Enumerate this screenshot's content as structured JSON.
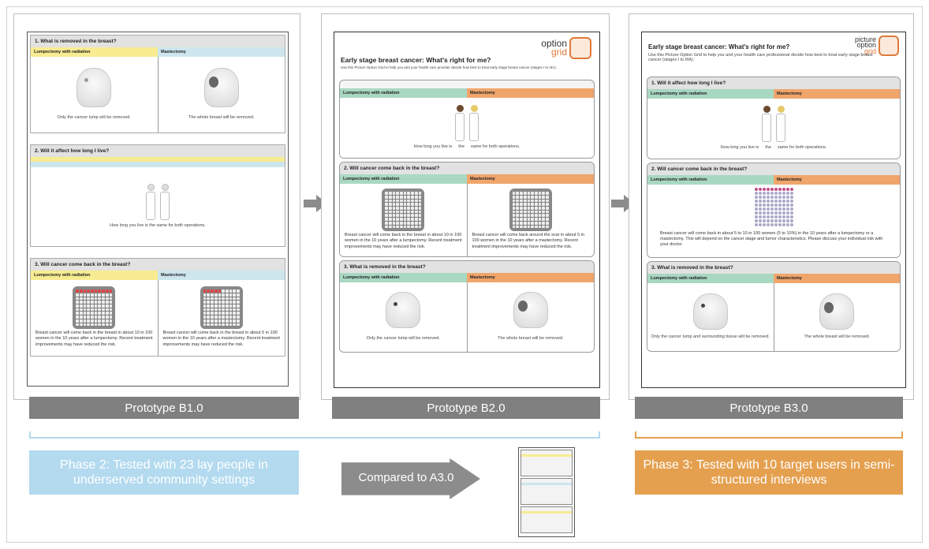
{
  "prototypes": {
    "b1": {
      "label": "Prototype B1.0",
      "q1": "1. What is removed in the breast?",
      "opt_a": "Lumpectomy with radiation",
      "opt_b": "Mastectomy",
      "q1_a": "Only the cancer lump will be removed.",
      "q1_b": "The whole breast will be removed.",
      "q2": "2. Will it affect how long I live?",
      "q2_cap": "How long you live is the same for both operations.",
      "q3": "3. Will cancer come back in the breast?",
      "q3_a": "Breast cancer will come back in the breast in about 10 in 100 women in the 10 years after a lumpectomy. Recent treatment improvements may have reduced the risk.",
      "q3_b": "Breast cancer will come back in the breast in about 5 in 100 women in the 10 years after a mastectomy. Recent treatment improvements may have reduced the risk."
    },
    "b2": {
      "label": "Prototype B2.0",
      "logo_top": "option",
      "logo_bottom": "grid",
      "title": "Early stage breast cancer: What's right for me?",
      "subtitle": "Use this Picture Option Grid to help you and your health care provider decide how best to treat early stage breast cancer (stages I to IIIA).",
      "opt_a": "Lumpectomy with radiation",
      "opt_b": "Mastectomy",
      "q1_cap_a": "How long you live is",
      "q1_cap_mid": "the",
      "q1_cap_b": "same for both operations.",
      "q2": "2. Will cancer come back in the breast?",
      "q2_a": "Breast cancer will come back in the breast in about 10 in 100 women in the 10 years after a lumpectomy. Recent treatment improvements may have reduced the risk.",
      "q2_b": "Breast cancer will come back around the scar in about 5 in 100 women in the 10 years after a mastectomy. Recent treatment improvements may have reduced the risk.",
      "q3": "3. What is removed in the breast?",
      "q3_a": "Only the cancer lump will be removed.",
      "q3_b": "The whole breast will be removed."
    },
    "b3": {
      "label": "Prototype B3.0",
      "logo_1": "picture",
      "logo_2": "option",
      "logo_3": "grid",
      "title": "Early stage breast cancer: What's right for me?",
      "subtitle": "Use this Picture Option Grid to help you and your health care professional decide how best to treat early stage breast cancer (stages I to IIIA).",
      "q1": "1. Will it affect how long I live?",
      "opt_a": "Lumpectomy with radiation",
      "opt_b": "Mastectomy",
      "q1_cap_a": "How long you live is",
      "q1_cap_mid": "the",
      "q1_cap_b": "same for both operations.",
      "q2": "2. Will cancer come back in the breast?",
      "q2_cap": "Breast cancer will come back in about 5 to 10 in 100 women (5 to 10%) in the 10 years after a lumpectomy or a mastectomy. This will depend on the cancer stage and tumor characteristics. Please discuss your individual risk with your doctor.",
      "q3": "3. What is removed in the breast?",
      "q3_a": "Only the cancer lump and surrounding tissue will be removed.",
      "q3_b": "The whole breast will be removed."
    }
  },
  "phase2": "Phase 2: Tested with 23 lay people in underserved community settings",
  "compared": "Compared to A3.0",
  "phase3": "Phase 3: Tested with 10 target users in semi-structured interviews",
  "colors": {
    "phase2": "#b3daef",
    "phase3": "#e5a04f",
    "label_bar": "#808080",
    "arrow": "#8c8c8c"
  }
}
